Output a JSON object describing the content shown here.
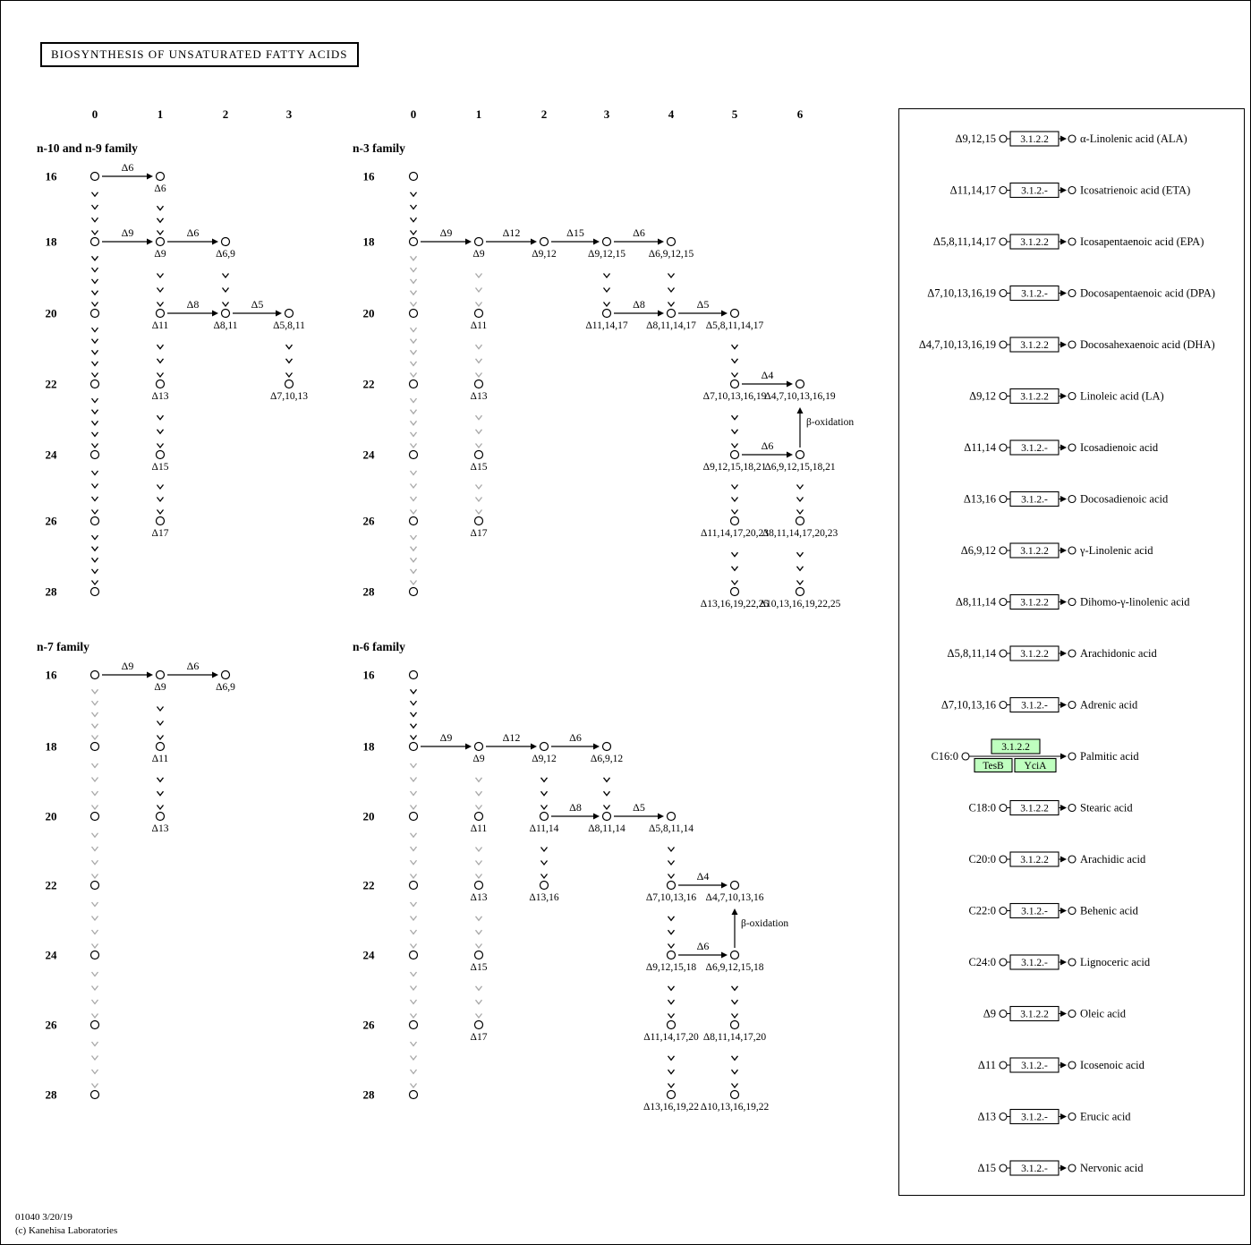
{
  "title": "BIOSYNTHESIS OF UNSATURATED FATTY ACIDS",
  "footer": {
    "line1": "01040 3/20/19",
    "line2": "(c) Kanehisa Laboratories"
  },
  "colors": {
    "active": "#000000",
    "inactive": "#a8a8a8",
    "highlight_fill": "#bfffbf",
    "node_fill": "#ffffff"
  },
  "carbon_rows": [
    "16",
    "18",
    "20",
    "22",
    "24",
    "26",
    "28"
  ],
  "families": [
    {
      "id": "n10-n9",
      "title": "n-10 and n-9 family",
      "panel": "top-left",
      "col_headers": [
        "0",
        "1",
        "2",
        "3"
      ],
      "nodes": [
        {
          "c": 0,
          "r": 0
        },
        {
          "c": 0,
          "r": 1
        },
        {
          "c": 0,
          "r": 2
        },
        {
          "c": 0,
          "r": 3
        },
        {
          "c": 0,
          "r": 4
        },
        {
          "c": 0,
          "r": 5
        },
        {
          "c": 0,
          "r": 6
        },
        {
          "c": 1,
          "r": 0,
          "label": "Δ6"
        },
        {
          "c": 1,
          "r": 1,
          "label": "Δ9"
        },
        {
          "c": 1,
          "r": 2,
          "label": "Δ11"
        },
        {
          "c": 1,
          "r": 3,
          "label": "Δ13"
        },
        {
          "c": 1,
          "r": 4,
          "label": "Δ15"
        },
        {
          "c": 1,
          "r": 5,
          "label": "Δ17"
        },
        {
          "c": 2,
          "r": 1,
          "label": "Δ6,9"
        },
        {
          "c": 2,
          "r": 2,
          "label": "Δ8,11"
        },
        {
          "c": 3,
          "r": 2,
          "label": "Δ5,8,11"
        },
        {
          "c": 3,
          "r": 3,
          "label": "Δ7,10,13"
        }
      ],
      "elongations": [
        {
          "c": 0,
          "from": 0,
          "to": 1
        },
        {
          "c": 0,
          "from": 1,
          "to": 2
        },
        {
          "c": 0,
          "from": 2,
          "to": 3
        },
        {
          "c": 0,
          "from": 3,
          "to": 4
        },
        {
          "c": 0,
          "from": 4,
          "to": 5
        },
        {
          "c": 0,
          "from": 5,
          "to": 6
        },
        {
          "c": 1,
          "from": 0,
          "to": 1
        },
        {
          "c": 1,
          "from": 1,
          "to": 2
        },
        {
          "c": 1,
          "from": 2,
          "to": 3
        },
        {
          "c": 1,
          "from": 3,
          "to": 4
        },
        {
          "c": 1,
          "from": 4,
          "to": 5
        },
        {
          "c": 2,
          "from": 1,
          "to": 2
        },
        {
          "c": 3,
          "from": 2,
          "to": 3
        }
      ],
      "desaturations": [
        {
          "r": 0,
          "from": 0,
          "to": 1,
          "label": "Δ6"
        },
        {
          "r": 1,
          "from": 0,
          "to": 1,
          "label": "Δ9"
        },
        {
          "r": 1,
          "from": 1,
          "to": 2,
          "label": "Δ6"
        },
        {
          "r": 2,
          "from": 1,
          "to": 2,
          "label": "Δ8"
        },
        {
          "r": 2,
          "from": 2,
          "to": 3,
          "label": "Δ5"
        }
      ]
    },
    {
      "id": "n3",
      "title": "n-3 family",
      "panel": "top-right",
      "col_headers": [
        "0",
        "1",
        "2",
        "3",
        "4",
        "5",
        "6"
      ],
      "nodes": [
        {
          "c": 0,
          "r": 0
        },
        {
          "c": 0,
          "r": 1
        },
        {
          "c": 0,
          "r": 2
        },
        {
          "c": 0,
          "r": 3
        },
        {
          "c": 0,
          "r": 4
        },
        {
          "c": 0,
          "r": 5
        },
        {
          "c": 0,
          "r": 6
        },
        {
          "c": 1,
          "r": 1,
          "label": "Δ9"
        },
        {
          "c": 1,
          "r": 2,
          "label": "Δ11"
        },
        {
          "c": 1,
          "r": 3,
          "label": "Δ13"
        },
        {
          "c": 1,
          "r": 4,
          "label": "Δ15"
        },
        {
          "c": 1,
          "r": 5,
          "label": "Δ17"
        },
        {
          "c": 2,
          "r": 1,
          "label": "Δ9,12"
        },
        {
          "c": 3,
          "r": 1,
          "label": "Δ9,12,15"
        },
        {
          "c": 3,
          "r": 2,
          "label": "Δ11,14,17"
        },
        {
          "c": 4,
          "r": 1,
          "label": "Δ6,9,12,15"
        },
        {
          "c": 4,
          "r": 2,
          "label": "Δ8,11,14,17"
        },
        {
          "c": 5,
          "r": 2,
          "label": "Δ5,8,11,14,17"
        },
        {
          "c": 5,
          "r": 3,
          "label": "Δ7,10,13,16,19"
        },
        {
          "c": 5,
          "r": 4,
          "label": "Δ9,12,15,18,21"
        },
        {
          "c": 5,
          "r": 5,
          "label": "Δ11,14,17,20,23"
        },
        {
          "c": 5,
          "r": 6,
          "label": "Δ13,16,19,22,25"
        },
        {
          "c": 6,
          "r": 3,
          "label": "Δ4,7,10,13,16,19"
        },
        {
          "c": 6,
          "r": 4,
          "label": "Δ6,9,12,15,18,21"
        },
        {
          "c": 6,
          "r": 5,
          "label": "Δ8,11,14,17,20,23"
        },
        {
          "c": 6,
          "r": 6,
          "label": "Δ10,13,16,19,22,25"
        }
      ],
      "elongations": [
        {
          "c": 0,
          "from": 0,
          "to": 1
        },
        {
          "c": 0,
          "from": 1,
          "to": 2,
          "gray": true
        },
        {
          "c": 0,
          "from": 2,
          "to": 3,
          "gray": true
        },
        {
          "c": 0,
          "from": 3,
          "to": 4,
          "gray": true
        },
        {
          "c": 0,
          "from": 4,
          "to": 5,
          "gray": true
        },
        {
          "c": 0,
          "from": 5,
          "to": 6,
          "gray": true
        },
        {
          "c": 1,
          "from": 1,
          "to": 2,
          "gray": true
        },
        {
          "c": 1,
          "from": 2,
          "to": 3,
          "gray": true
        },
        {
          "c": 1,
          "from": 3,
          "to": 4,
          "gray": true
        },
        {
          "c": 1,
          "from": 4,
          "to": 5,
          "gray": true
        },
        {
          "c": 3,
          "from": 1,
          "to": 2
        },
        {
          "c": 4,
          "from": 1,
          "to": 2
        },
        {
          "c": 5,
          "from": 2,
          "to": 3
        },
        {
          "c": 5,
          "from": 3,
          "to": 4
        },
        {
          "c": 5,
          "from": 4,
          "to": 5
        },
        {
          "c": 5,
          "from": 5,
          "to": 6
        },
        {
          "c": 6,
          "from": 4,
          "to": 5
        },
        {
          "c": 6,
          "from": 5,
          "to": 6
        }
      ],
      "desaturations": [
        {
          "r": 1,
          "from": 0,
          "to": 1,
          "label": "Δ9"
        },
        {
          "r": 1,
          "from": 1,
          "to": 2,
          "label": "Δ12"
        },
        {
          "r": 1,
          "from": 2,
          "to": 3,
          "label": "Δ15"
        },
        {
          "r": 1,
          "from": 3,
          "to": 4,
          "label": "Δ6"
        },
        {
          "r": 2,
          "from": 3,
          "to": 4,
          "label": "Δ8"
        },
        {
          "r": 2,
          "from": 4,
          "to": 5,
          "label": "Δ5"
        },
        {
          "r": 3,
          "from": 5,
          "to": 6,
          "label": "Δ4"
        },
        {
          "r": 4,
          "from": 5,
          "to": 6,
          "label": "Δ6"
        }
      ],
      "beta_oxidation": {
        "c": 6,
        "from": 4,
        "to": 3,
        "label": "β-oxidation"
      }
    },
    {
      "id": "n7",
      "title": "n-7 family",
      "panel": "bottom-left",
      "nodes": [
        {
          "c": 0,
          "r": 0
        },
        {
          "c": 0,
          "r": 1
        },
        {
          "c": 0,
          "r": 2
        },
        {
          "c": 0,
          "r": 3
        },
        {
          "c": 0,
          "r": 4
        },
        {
          "c": 0,
          "r": 5
        },
        {
          "c": 0,
          "r": 6
        },
        {
          "c": 1,
          "r": 0,
          "label": "Δ9"
        },
        {
          "c": 1,
          "r": 1,
          "label": "Δ11"
        },
        {
          "c": 1,
          "r": 2,
          "label": "Δ13"
        },
        {
          "c": 2,
          "r": 0,
          "label": "Δ6,9"
        }
      ],
      "elongations": [
        {
          "c": 0,
          "from": 0,
          "to": 1,
          "gray": true
        },
        {
          "c": 0,
          "from": 1,
          "to": 2,
          "gray": true
        },
        {
          "c": 0,
          "from": 2,
          "to": 3,
          "gray": true
        },
        {
          "c": 0,
          "from": 3,
          "to": 4,
          "gray": true
        },
        {
          "c": 0,
          "from": 4,
          "to": 5,
          "gray": true
        },
        {
          "c": 0,
          "from": 5,
          "to": 6,
          "gray": true
        },
        {
          "c": 1,
          "from": 0,
          "to": 1
        },
        {
          "c": 1,
          "from": 1,
          "to": 2
        }
      ],
      "desaturations": [
        {
          "r": 0,
          "from": 0,
          "to": 1,
          "label": "Δ9"
        },
        {
          "r": 0,
          "from": 1,
          "to": 2,
          "label": "Δ6"
        }
      ]
    },
    {
      "id": "n6",
      "title": "n-6 family",
      "panel": "bottom-right",
      "nodes": [
        {
          "c": 0,
          "r": 0
        },
        {
          "c": 0,
          "r": 1
        },
        {
          "c": 0,
          "r": 2
        },
        {
          "c": 0,
          "r": 3
        },
        {
          "c": 0,
          "r": 4
        },
        {
          "c": 0,
          "r": 5
        },
        {
          "c": 0,
          "r": 6
        },
        {
          "c": 1,
          "r": 1,
          "label": "Δ9"
        },
        {
          "c": 1,
          "r": 2,
          "label": "Δ11"
        },
        {
          "c": 1,
          "r": 3,
          "label": "Δ13"
        },
        {
          "c": 1,
          "r": 4,
          "label": "Δ15"
        },
        {
          "c": 1,
          "r": 5,
          "label": "Δ17"
        },
        {
          "c": 2,
          "r": 1,
          "label": "Δ9,12"
        },
        {
          "c": 2,
          "r": 2,
          "label": "Δ11,14"
        },
        {
          "c": 2,
          "r": 3,
          "label": "Δ13,16"
        },
        {
          "c": 3,
          "r": 1,
          "label": "Δ6,9,12"
        },
        {
          "c": 3,
          "r": 2,
          "label": "Δ8,11,14"
        },
        {
          "c": 4,
          "r": 2,
          "label": "Δ5,8,11,14"
        },
        {
          "c": 4,
          "r": 3,
          "label": "Δ7,10,13,16"
        },
        {
          "c": 4,
          "r": 4,
          "label": "Δ9,12,15,18"
        },
        {
          "c": 4,
          "r": 5,
          "label": "Δ11,14,17,20"
        },
        {
          "c": 4,
          "r": 6,
          "label": "Δ13,16,19,22"
        },
        {
          "c": 5,
          "r": 3,
          "label": "Δ4,7,10,13,16"
        },
        {
          "c": 5,
          "r": 4,
          "label": "Δ6,9,12,15,18"
        },
        {
          "c": 5,
          "r": 5,
          "label": "Δ8,11,14,17,20"
        },
        {
          "c": 5,
          "r": 6,
          "label": "Δ10,13,16,19,22"
        }
      ],
      "elongations": [
        {
          "c": 0,
          "from": 0,
          "to": 1
        },
        {
          "c": 0,
          "from": 1,
          "to": 2,
          "gray": true
        },
        {
          "c": 0,
          "from": 2,
          "to": 3,
          "gray": true
        },
        {
          "c": 0,
          "from": 3,
          "to": 4,
          "gray": true
        },
        {
          "c": 0,
          "from": 4,
          "to": 5,
          "gray": true
        },
        {
          "c": 0,
          "from": 5,
          "to": 6,
          "gray": true
        },
        {
          "c": 1,
          "from": 1,
          "to": 2,
          "gray": true
        },
        {
          "c": 1,
          "from": 2,
          "to": 3,
          "gray": true
        },
        {
          "c": 1,
          "from": 3,
          "to": 4,
          "gray": true
        },
        {
          "c": 1,
          "from": 4,
          "to": 5,
          "gray": true
        },
        {
          "c": 2,
          "from": 1,
          "to": 2
        },
        {
          "c": 2,
          "from": 2,
          "to": 3
        },
        {
          "c": 3,
          "from": 1,
          "to": 2
        },
        {
          "c": 4,
          "from": 2,
          "to": 3
        },
        {
          "c": 4,
          "from": 3,
          "to": 4
        },
        {
          "c": 4,
          "from": 4,
          "to": 5
        },
        {
          "c": 4,
          "from": 5,
          "to": 6
        },
        {
          "c": 5,
          "from": 4,
          "to": 5
        },
        {
          "c": 5,
          "from": 5,
          "to": 6
        }
      ],
      "desaturations": [
        {
          "r": 1,
          "from": 0,
          "to": 1,
          "label": "Δ9"
        },
        {
          "r": 1,
          "from": 1,
          "to": 2,
          "label": "Δ12"
        },
        {
          "r": 1,
          "from": 2,
          "to": 3,
          "label": "Δ6"
        },
        {
          "r": 2,
          "from": 2,
          "to": 3,
          "label": "Δ8"
        },
        {
          "r": 2,
          "from": 3,
          "to": 4,
          "label": "Δ5"
        },
        {
          "r": 3,
          "from": 4,
          "to": 5,
          "label": "Δ4"
        },
        {
          "r": 4,
          "from": 4,
          "to": 5,
          "label": "Δ6"
        }
      ],
      "beta_oxidation": {
        "c": 5,
        "from": 4,
        "to": 3,
        "label": "β-oxidation"
      }
    }
  ],
  "legend": {
    "entries": [
      {
        "substrate": "Δ9,12,15",
        "enzyme": "3.1.2.2",
        "product": "α-Linolenic acid (ALA)"
      },
      {
        "substrate": "Δ11,14,17",
        "enzyme": "3.1.2.-",
        "product": "Icosatrienoic acid (ETA)"
      },
      {
        "substrate": "Δ5,8,11,14,17",
        "enzyme": "3.1.2.2",
        "product": "Icosapentaenoic acid (EPA)"
      },
      {
        "substrate": "Δ7,10,13,16,19",
        "enzyme": "3.1.2.-",
        "product": "Docosapentaenoic acid (DPA)"
      },
      {
        "substrate": "Δ4,7,10,13,16,19",
        "enzyme": "3.1.2.2",
        "product": "Docosahexaenoic acid (DHA)"
      },
      {
        "substrate": "Δ9,12",
        "enzyme": "3.1.2.2",
        "product": "Linoleic acid (LA)"
      },
      {
        "substrate": "Δ11,14",
        "enzyme": "3.1.2.-",
        "product": "Icosadienoic acid"
      },
      {
        "substrate": "Δ13,16",
        "enzyme": "3.1.2.-",
        "product": "Docosadienoic acid"
      },
      {
        "substrate": "Δ6,9,12",
        "enzyme": "3.1.2.2",
        "product": "γ-Linolenic acid"
      },
      {
        "substrate": "Δ8,11,14",
        "enzyme": "3.1.2.2",
        "product": "Dihomo-γ-linolenic acid"
      },
      {
        "substrate": "Δ5,8,11,14",
        "enzyme": "3.1.2.2",
        "product": "Arachidonic acid"
      },
      {
        "substrate": "Δ7,10,13,16",
        "enzyme": "3.1.2.-",
        "product": "Adrenic acid"
      },
      {
        "substrate": "C16:0",
        "enzyme": "3.1.2.2",
        "genes": [
          "TesB",
          "YciA"
        ],
        "highlight": true,
        "product": "Palmitic acid"
      },
      {
        "substrate": "C18:0",
        "enzyme": "3.1.2.2",
        "product": "Stearic acid"
      },
      {
        "substrate": "C20:0",
        "enzyme": "3.1.2.2",
        "product": "Arachidic acid"
      },
      {
        "substrate": "C22:0",
        "enzyme": "3.1.2.-",
        "product": "Behenic acid"
      },
      {
        "substrate": "C24:0",
        "enzyme": "3.1.2.-",
        "product": "Lignoceric acid"
      },
      {
        "substrate": "Δ9",
        "enzyme": "3.1.2.2",
        "product": "Oleic acid"
      },
      {
        "substrate": "Δ11",
        "enzyme": "3.1.2.-",
        "product": "Icosenoic acid"
      },
      {
        "substrate": "Δ13",
        "enzyme": "3.1.2.-",
        "product": "Erucic acid"
      },
      {
        "substrate": "Δ15",
        "enzyme": "3.1.2.-",
        "product": "Nervonic acid"
      }
    ]
  }
}
